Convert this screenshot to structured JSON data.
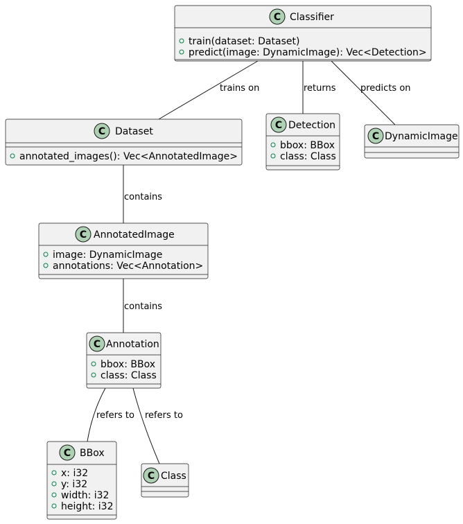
{
  "diagram": {
    "classes": {
      "classifier": {
        "name": "Classifier",
        "badge": "C",
        "members": [
          "train(dataset: Dataset)",
          "predict(image: DynamicImage): Vec<Detection>"
        ]
      },
      "dataset": {
        "name": "Dataset",
        "badge": "C",
        "members": [
          "annotated_images(): Vec<AnnotatedImage>"
        ]
      },
      "detection": {
        "name": "Detection",
        "badge": "C",
        "members": [
          "bbox: BBox",
          "class: Class"
        ]
      },
      "dynamicimage": {
        "name": "DynamicImage",
        "badge": "C",
        "members": []
      },
      "annotatedimage": {
        "name": "AnnotatedImage",
        "badge": "C",
        "members": [
          "image: DynamicImage",
          "annotations: Vec<Annotation>"
        ]
      },
      "annotation": {
        "name": "Annotation",
        "badge": "C",
        "members": [
          "bbox: BBox",
          "class: Class"
        ]
      },
      "bbox": {
        "name": "BBox",
        "badge": "C",
        "members": [
          "x: i32",
          "y: i32",
          "width: i32",
          "height: i32"
        ]
      },
      "class": {
        "name": "Class",
        "badge": "C",
        "members": []
      }
    },
    "relations": [
      {
        "from": "Classifier",
        "to": "Dataset",
        "label": "trains on"
      },
      {
        "from": "Classifier",
        "to": "Detection",
        "label": "returns"
      },
      {
        "from": "Classifier",
        "to": "DynamicImage",
        "label": "predicts on"
      },
      {
        "from": "Dataset",
        "to": "AnnotatedImage",
        "label": "contains"
      },
      {
        "from": "AnnotatedImage",
        "to": "Annotation",
        "label": "contains"
      },
      {
        "from": "Annotation",
        "to": "BBox",
        "label": "refers to"
      },
      {
        "from": "Annotation",
        "to": "Class",
        "label": "refers to"
      }
    ],
    "colors": {
      "box_fill": "#f1f1f1",
      "border": "#181818",
      "badge": "#add1b2",
      "visibility_marker": "#038048"
    }
  }
}
